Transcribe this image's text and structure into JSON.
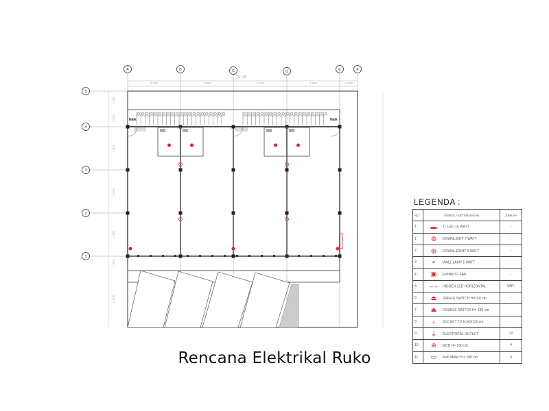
{
  "title": "Rencana Elektrikal Ruko",
  "plan": {
    "grid_columns": [
      "A",
      "B",
      "C",
      "D",
      "E",
      "F"
    ],
    "grid_rows": [
      "5",
      "4",
      "3",
      "2",
      "1"
    ],
    "dimensions_top": [
      "2.700",
      "3.000",
      "2.700",
      "3.000",
      "1.200"
    ],
    "dimension_total": "18.100",
    "dimensions_left": [
      "1.500",
      "1.000",
      "1.800",
      "1.000",
      "1.300",
      "1.000",
      "2.600"
    ],
    "stair_label_left": "Naik",
    "stair_label_right": "Naik"
  },
  "legend": {
    "heading": "LEGENDA :",
    "headers": {
      "no": "NO",
      "symbol": "SIMBOL / KETERANGAN",
      "qty": "JUMLAH"
    },
    "accent_color": "#e02030",
    "items": [
      {
        "no": "1",
        "icon": "tl-led-icon",
        "label": "TL LED 16 WATT",
        "qty": "-"
      },
      {
        "no": "1",
        "icon": "downlight-icon",
        "label": "DOWNLIGHT 7 WATT",
        "qty": "-"
      },
      {
        "no": "2",
        "icon": "downlight-icon",
        "label": "DOWNLIGDHT 9 WATT",
        "qty": "-"
      },
      {
        "no": "3",
        "icon": "wall-lamp-icon",
        "label": "WALL  LAMP 5 WATT",
        "qty": "-"
      },
      {
        "no": "4",
        "icon": "exhaust-fan-icon",
        "label": "EXHAUST FAN",
        "qty": "-"
      },
      {
        "no": "5",
        "icon": "hidden-led-icon",
        "label": "HIDDEN LED HORIZONTAL",
        "qty": "VAR."
      },
      {
        "no": "6",
        "icon": "single-switch-icon",
        "label": "SINGLE SWITCH H=150 cm",
        "qty": "-"
      },
      {
        "no": "7",
        "icon": "double-switch-icon",
        "label": "DOUBLE SWITCH H= 150 cm",
        "qty": "-"
      },
      {
        "no": "8",
        "icon": "socket-tv-icon",
        "label": "SOCKET TV H=60/120 cm",
        "qty": "-"
      },
      {
        "no": "9",
        "icon": "electrical-outlet-icon",
        "label": "ELECTRICAL OUTLET",
        "qty": "12"
      },
      {
        "no": "10",
        "icon": "mcb-icon",
        "label": "MCB H= 180 cm",
        "qty": "4"
      },
      {
        "no": "11",
        "icon": "kwh-meter-icon",
        "label": "Kwh Meter H = 180 cm",
        "qty": "4"
      }
    ]
  }
}
